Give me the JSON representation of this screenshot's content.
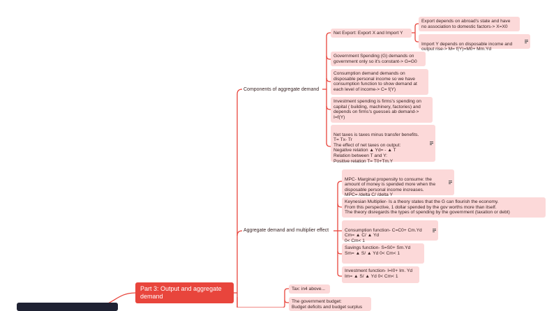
{
  "main_topic": "Part 3: Output and aggregate\ndemand",
  "branches": {
    "components": "Components of aggregate demand",
    "multiplier": "Aggregate demand and multiplier effect"
  },
  "components": {
    "net_export": {
      "label": "Net Export: Export X and Import Y",
      "children": [
        "Export depends on abroad's state and have\nno association to domestic factors-> X=X0",
        "Import Y depends on disposable income and\noutput rise-> M= f(Y)=M0+ Mm.Yd"
      ]
    },
    "government": "Government Spending (G) demands on\ngovernment only so it's constant-> G=G0",
    "consumption": "Consumption demand demands on\ndisposable personal income so we have\nconsumption function to show demand at\neach level of income-> C= f(Y)",
    "investment": "Investment spending is firms's spending on\ncapital ( building, machinery, factories) and\ndepends on firms's guesses ab demand->\nI=f(Y)",
    "net_taxes": "Net taxes is taxes minus transfer benefits.\nT= Tx- Tr\nThe effect of net taxes on output:\nNegative relation  ▲ Yd= - ▲ T\nRelation between T and Y:\nPositive relation T= T0+Tm.Y"
  },
  "multiplier": {
    "mpc": "MPC- Marginal propensity to consume: the\namount of money is spended more when the\ndisposable personal income increases.\nMPC= /delta C/ /delta Y",
    "keynesian": "Keynesian Multiplier- Is a theory states that the G can flourish the economy.\n From this perspective, 1 dollar spended by the gov worths more than itself.\nThe theory disregards the types of spending by the government (taxation or debt)",
    "consumption_fn": "Consumption function- C=C0+ Cm.Yd\nCm=  ▲ C/  ▲ Yd\n0< Cm< 1",
    "savings_fn": " Savings function- S=S0+ Sm.Yd\nSm=  ▲ S/  ▲ Yd   0< Cm< 1",
    "investment_fn": "Investment function- I=I0+ Im. Yd\nIm=  ▲ S/  ▲  Yd   0< Cm< 1"
  },
  "lower": {
    "tax": "Tax: in4 above...",
    "budget": "The government budget:\nBudget deficits and budget surplus"
  },
  "colors": {
    "node_fill": "#fcd9d9",
    "main_fill": "#e8453c",
    "root_fill": "#1f2233",
    "line": "#e8453c"
  }
}
